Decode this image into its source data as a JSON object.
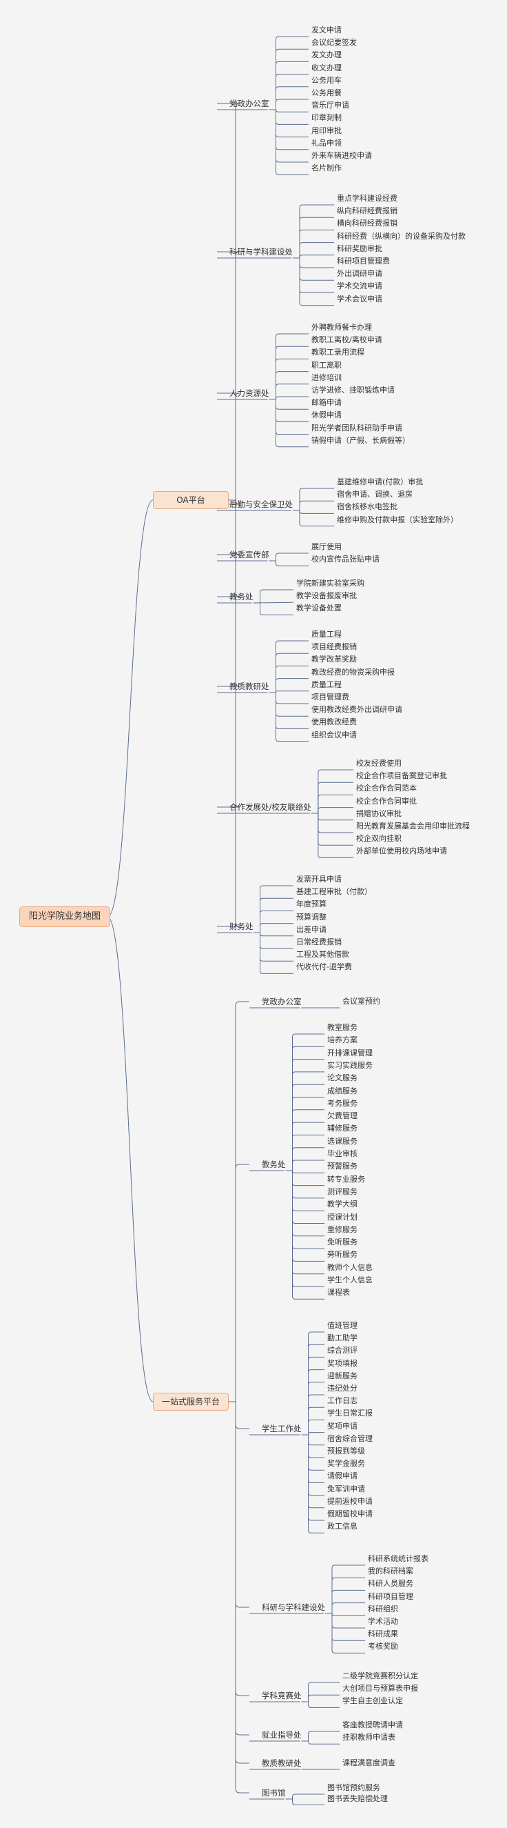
{
  "root": "阳光学院业务地图",
  "colors": {
    "line": "#5b6d91",
    "root_fill": "#fbd5bb",
    "branch_fill": "#fbe3d2",
    "background": "#f4f4f4"
  },
  "branches": [
    {
      "name": "OA平台",
      "children": [
        {
          "name": "党政办公室",
          "items": [
            "发文申请",
            "会议纪要签发",
            "发文办理",
            "收文办理",
            "公务用车",
            "公务用餐",
            "音乐厅申请",
            "印章刻制",
            "用印审批",
            "礼品申领",
            "外来车辆进校申请",
            "名片制作"
          ]
        },
        {
          "name": "科研与学科建设处",
          "items": [
            "重点学科建设经费",
            "纵向科研经费报销",
            "横向科研经费报销",
            "科研经费（纵横向）的设备采购及付款",
            "科研奖励审批",
            "科研项目管理费",
            "外出调研申请",
            "学术交流申请",
            "学术会议申请"
          ]
        },
        {
          "name": "人力资源处",
          "items": [
            "外聘教师餐卡办理",
            "教职工离校/离校申请",
            "教职工录用流程",
            "职工离职",
            "进修培训",
            "访学进修、挂职锻炼申请",
            "邮箱申请",
            "休假申请",
            "阳光学者团队科研助手申请",
            "销假申请（产假、长病假等）"
          ]
        },
        {
          "name": "后勤与安全保卫处",
          "items": [
            "基建维修申请(付款）审批",
            "宿舍申请、调换、退房",
            "宿舍核移水电签批",
            "维修申购及付款申报（实验室除外）"
          ]
        },
        {
          "name": "党委宣传部",
          "items": [
            "展厅使用",
            "校内宣传品张贴申请"
          ]
        },
        {
          "name": "教务处",
          "items": [
            "学院新建实验室采购",
            "教学设备报废审批",
            "教学设备处置"
          ]
        },
        {
          "name": "教质教研处",
          "items": [
            "质量工程",
            "项目经费报销",
            "教学改革奖励",
            "教改经费的物资采购申报",
            "质量工程",
            "项目管理费",
            "使用教改经费外出调研申请",
            "使用教改经费",
            "组织会议申请"
          ]
        },
        {
          "name": "合作发展处/校友联络处",
          "items": [
            "校友经费使用",
            "校企合作项目备案登记审批",
            "校企合作合同范本",
            "校企合作合同审批",
            "捐赠协议审批",
            "阳光教育发展基金会用印审批流程",
            "校企双向挂职",
            "外部单位使用校内场地申请"
          ]
        },
        {
          "name": "财务处",
          "items": [
            "发票开具申请",
            "基建工程审批（付款）",
            "年度预算",
            "预算调整",
            "出差申请",
            "日常经费报销",
            "工程及其他借款",
            "代收代付-退学费"
          ]
        }
      ]
    },
    {
      "name": "一站式服务平台",
      "children": [
        {
          "name": "党政办公室",
          "items": [
            "会议室预约"
          ]
        },
        {
          "name": "教务处",
          "items": [
            "教室服务",
            "培养方案",
            "开排课课管理",
            "实习实践服务",
            "论文服务",
            "成绩服务",
            "考务服务",
            "欠费管理",
            "辅修服务",
            "选课服务",
            "毕业审核",
            "预警服务",
            "转专业服务",
            "测评服务",
            "教学大纲",
            "授课计划",
            "重修服务",
            "免听服务",
            "旁听服务",
            "教师个人信息",
            "学生个人信息",
            "课程表"
          ]
        },
        {
          "name": "学生工作处",
          "items": [
            "值班管理",
            "勤工助学",
            "综合测评",
            "奖项填报",
            "迎新服务",
            "违纪处分",
            "工作日志",
            "学生日常汇报",
            "奖项申请",
            "宿舍综合管理",
            "预报到等级",
            "奖学金服务",
            "请假申请",
            "免军训申请",
            "提前返校申请",
            "假期留校申请",
            "政工信息"
          ]
        },
        {
          "name": "科研与学科建设处",
          "items": [
            "科研系统统计报表",
            "我的科研档案",
            "科研人员服务",
            "科研项目管理",
            "科研组织",
            "学术活动",
            "科研成果",
            "考核奖励"
          ]
        },
        {
          "name": "学科竞赛处",
          "items": [
            "二级学院竞赛积分认定",
            "大创项目与预算表申报",
            "学生自主创业认定"
          ]
        },
        {
          "name": "就业指导处",
          "items": [
            "客座教授聘请申请",
            "挂职教师申请表"
          ]
        },
        {
          "name": "教质教研处",
          "items": [
            "课程满意度调查"
          ]
        },
        {
          "name": "图书馆",
          "items": [
            "图书馆预约服务",
            "图书丢失赔偿处理"
          ]
        }
      ]
    }
  ]
}
